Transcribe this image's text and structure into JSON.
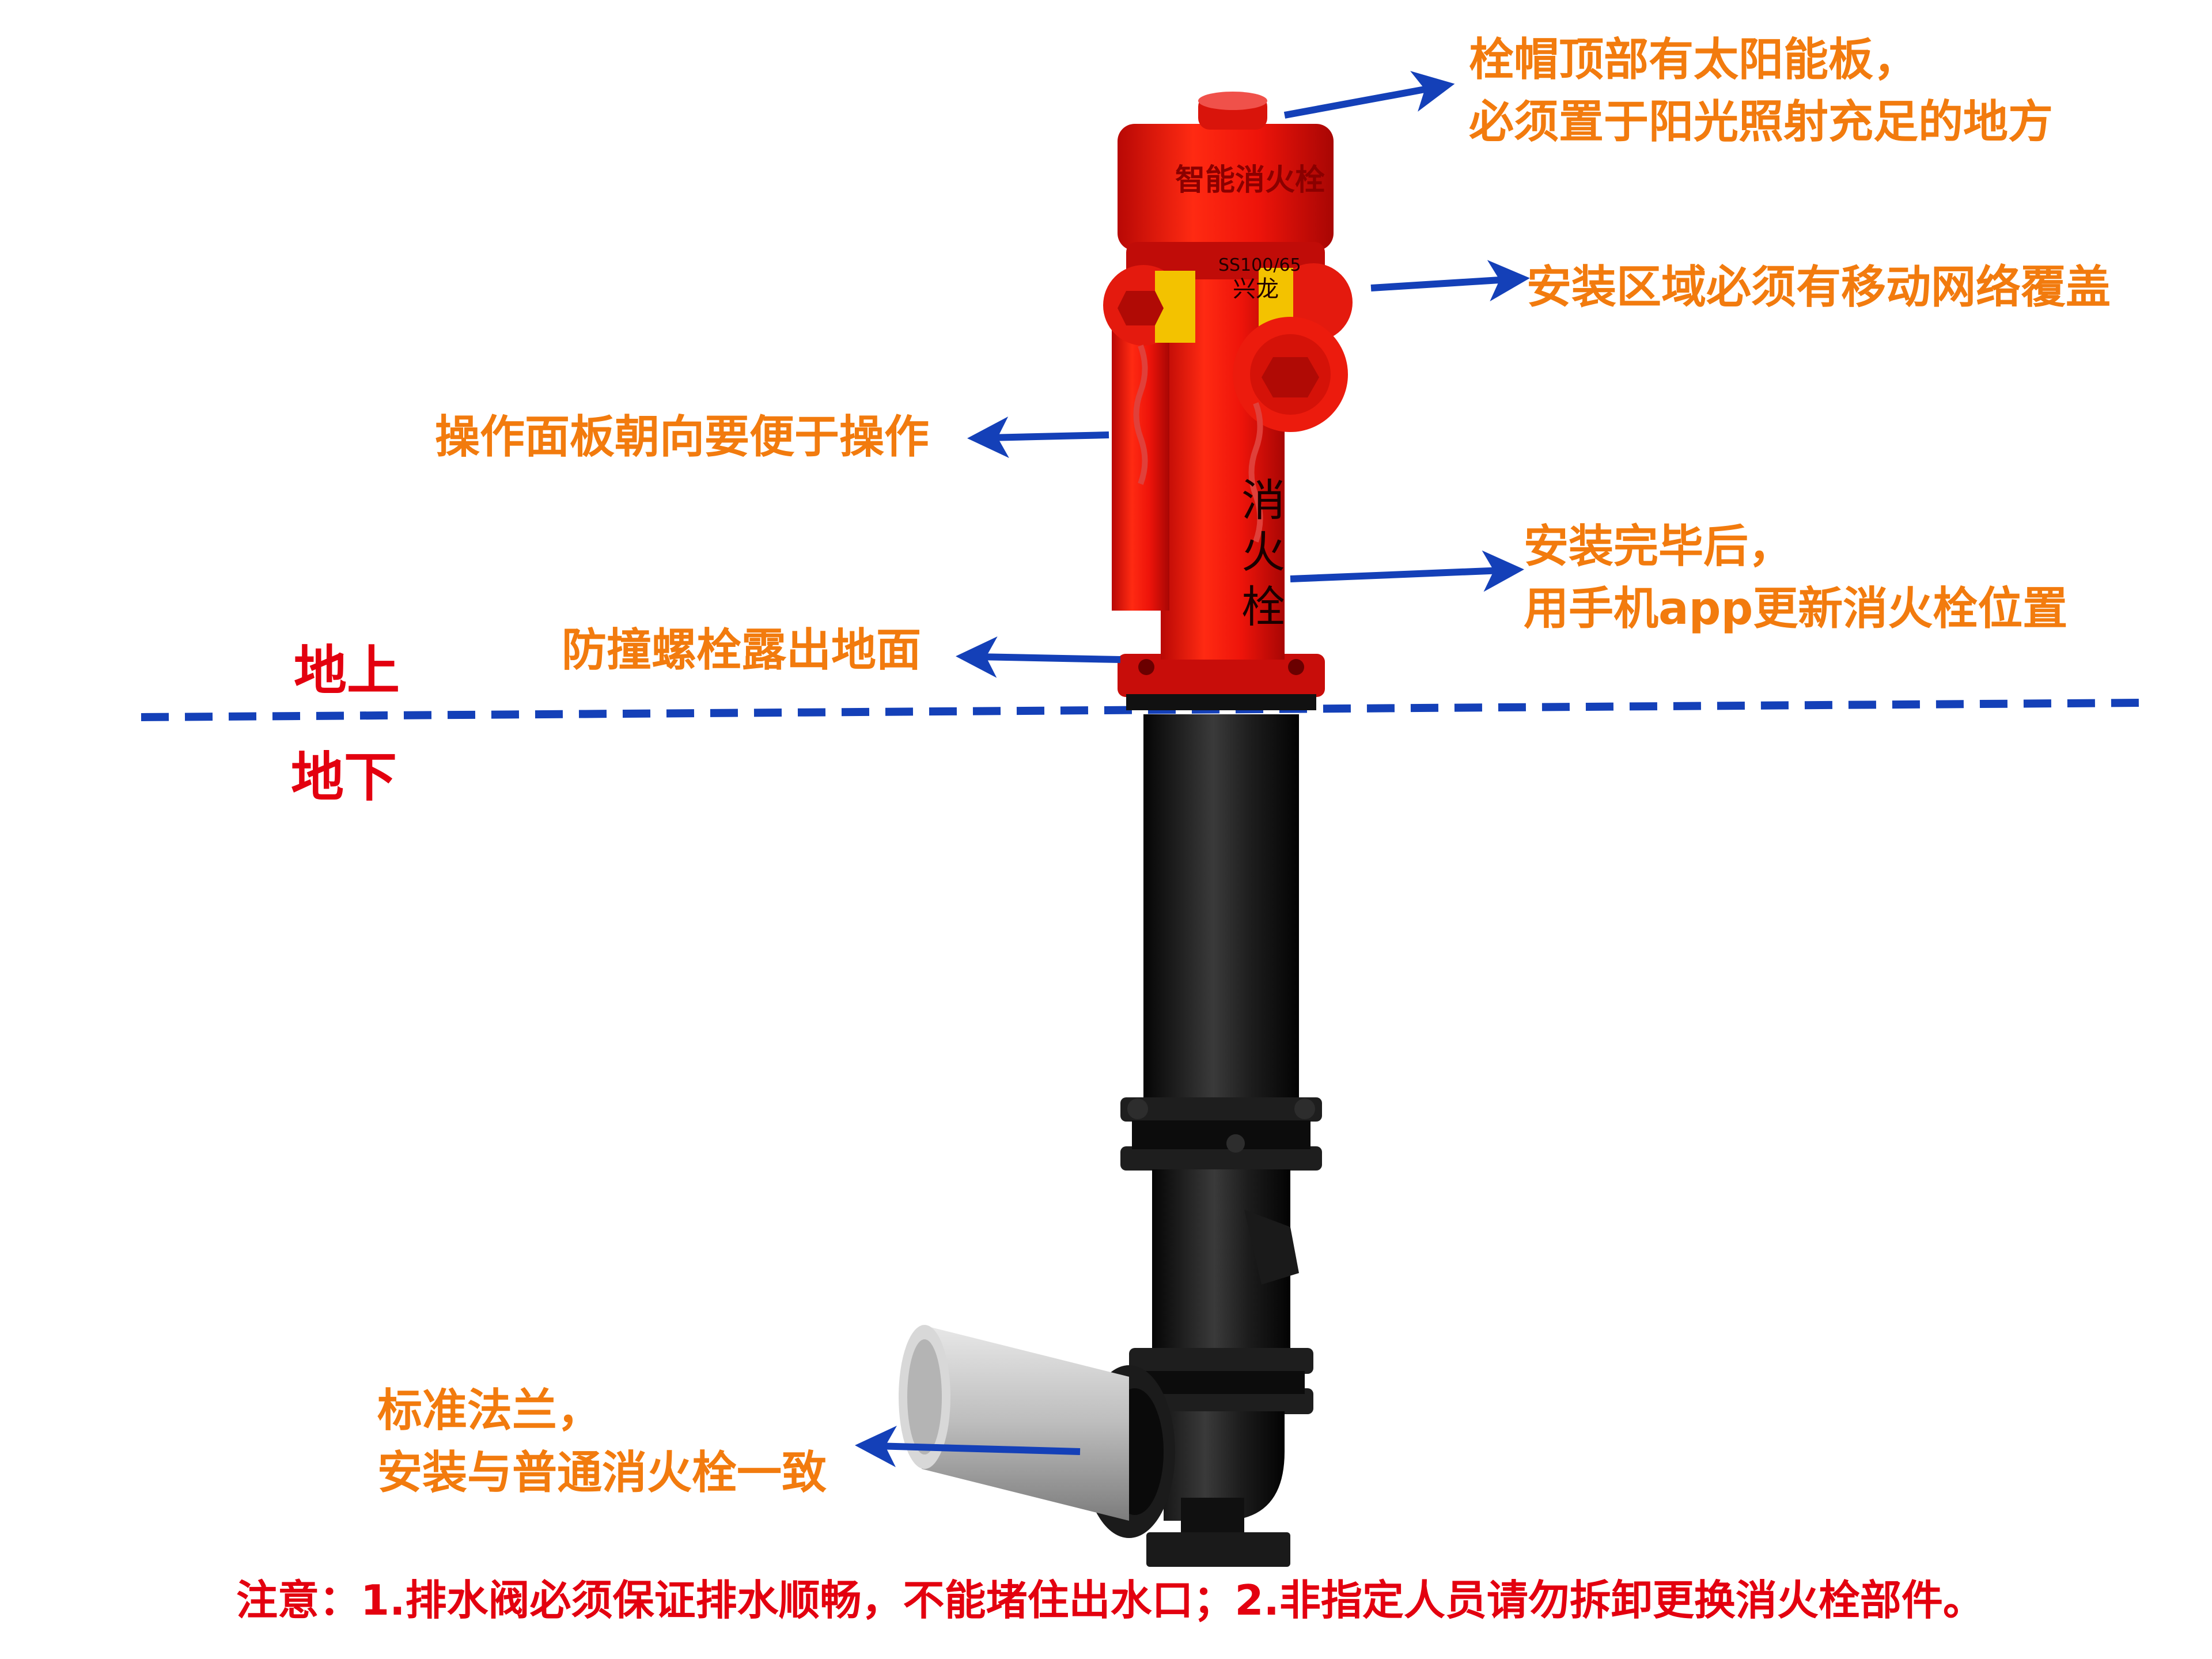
{
  "callouts": {
    "solar_panel": {
      "line1": "栓帽顶部有太阳能板，",
      "line2": "必须置于阳光照射充足的地方"
    },
    "network": "安装区域必须有移动网络覆盖",
    "operation_panel": "操作面板朝向要便于操作",
    "app_update": {
      "line1": "安装完毕后，",
      "line2": "用手机app更新消火栓位置"
    },
    "anti_collision_bolts": "防撞螺栓露出地面",
    "flange": {
      "line1": "标准法兰，",
      "line2": "安装与普通消火栓一致"
    }
  },
  "ground": {
    "above": "地上",
    "below": "地下"
  },
  "hydrant_markings": {
    "model": "SS100/65",
    "brand": "兴龙",
    "cap_text": "智能消火栓",
    "body_chars": [
      "消",
      "火",
      "栓"
    ]
  },
  "note": "注意：1.排水阀必须保证排水顺畅，不能堵住出水口；2.非指定人员请勿拆卸更换消火栓部件。",
  "colors": {
    "callout_text": "#f27b0e",
    "ground_text": "#e3000f",
    "arrow": "#1440b8",
    "ground_line": "#1440b8",
    "hydrant_red": "#e8100c",
    "pipe_black": "#141414"
  }
}
